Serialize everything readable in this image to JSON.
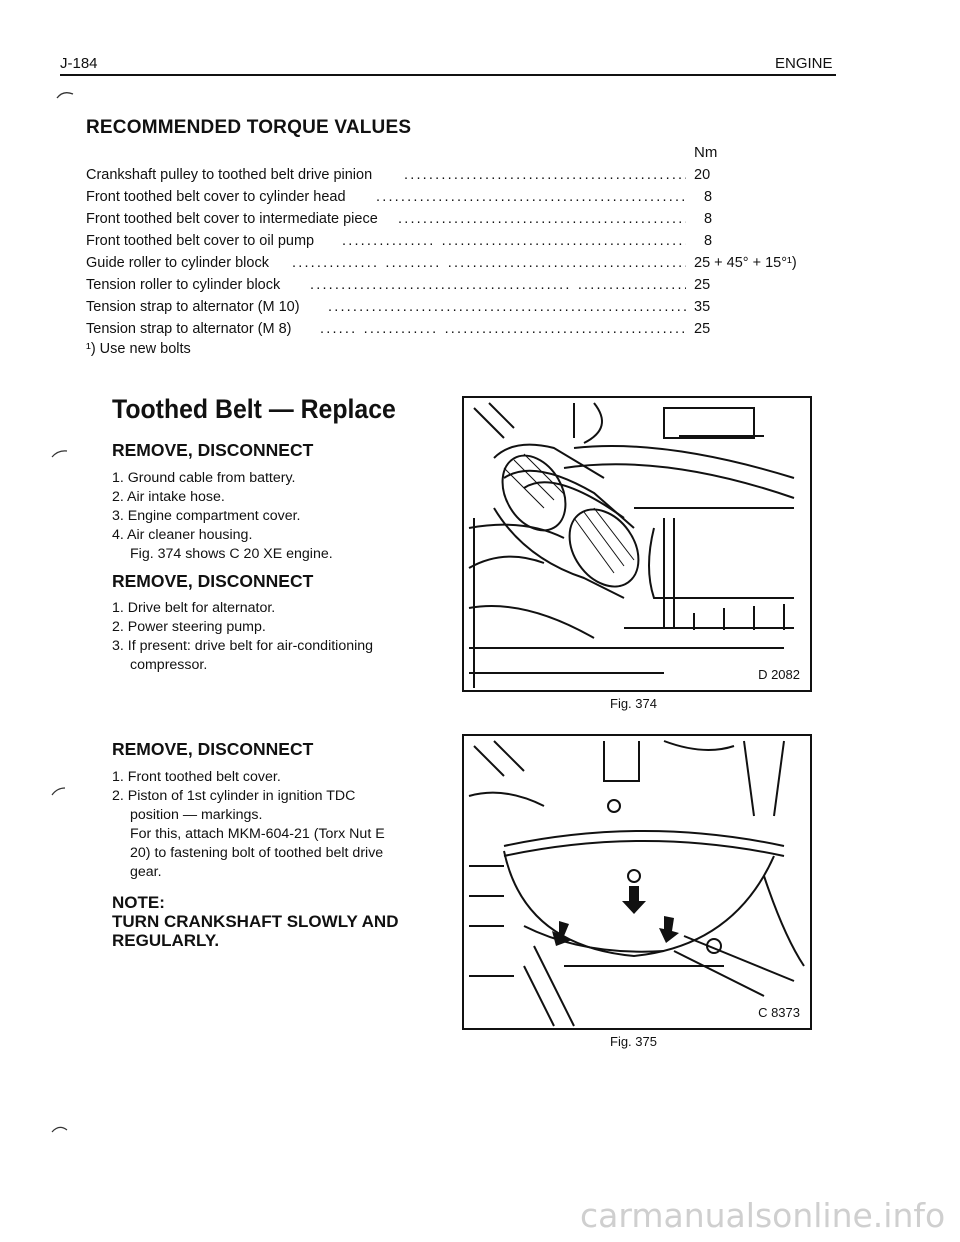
{
  "header": {
    "page_number": "J-184",
    "section": "ENGINE"
  },
  "torque": {
    "title": "RECOMMENDED TORQUE VALUES",
    "unit": "Nm",
    "rows": [
      {
        "label": "Crankshaft pulley to toothed belt drive pinion",
        "value": "20"
      },
      {
        "label": "Front toothed belt cover to cylinder head",
        "value": "8"
      },
      {
        "label": "Front toothed belt cover to intermediate piece",
        "value": "8"
      },
      {
        "label": "Front toothed belt cover to oil pump",
        "value": "8"
      },
      {
        "label": "Guide roller to cylinder block",
        "value": "25 + 45° + 15°¹)"
      },
      {
        "label": "Tension roller to cylinder block",
        "value": "25"
      },
      {
        "label": "Tension strap to alternator (M 10)",
        "value": "35"
      },
      {
        "label": "Tension strap to alternator (M 8)",
        "value": "25"
      }
    ],
    "footnote": "¹) Use new bolts"
  },
  "belt": {
    "title": "Toothed Belt — Replace",
    "block1": {
      "heading": "REMOVE, DISCONNECT",
      "steps": [
        "1. Ground cable from battery.",
        "2. Air intake hose.",
        "3. Engine compartment cover.",
        "4. Air cleaner housing."
      ],
      "sub": "Fig. 374 shows C 20 XE engine."
    },
    "block2": {
      "heading": "REMOVE, DISCONNECT",
      "steps": [
        "1. Drive belt for alternator.",
        "2. Power steering pump.",
        "3. If present: drive belt for air-conditioning",
        "compressor."
      ]
    },
    "block3": {
      "heading": "REMOVE, DISCONNECT",
      "steps": [
        "1. Front toothed belt cover.",
        "2. Piston of 1st cylinder in ignition TDC",
        "position — markings.",
        "For this, attach MKM-604-21 (Torx Nut E",
        "20) to fastening bolt of toothed belt drive",
        "gear."
      ]
    },
    "note": {
      "label": "NOTE:",
      "line1": "TURN CRANKSHAFT SLOWLY AND",
      "line2": "REGULARLY."
    }
  },
  "figures": [
    {
      "code": "D 2082",
      "caption": "Fig. 374"
    },
    {
      "code": "C 8373",
      "caption": "Fig. 375"
    }
  ],
  "watermark": "carmanualsonline.info"
}
